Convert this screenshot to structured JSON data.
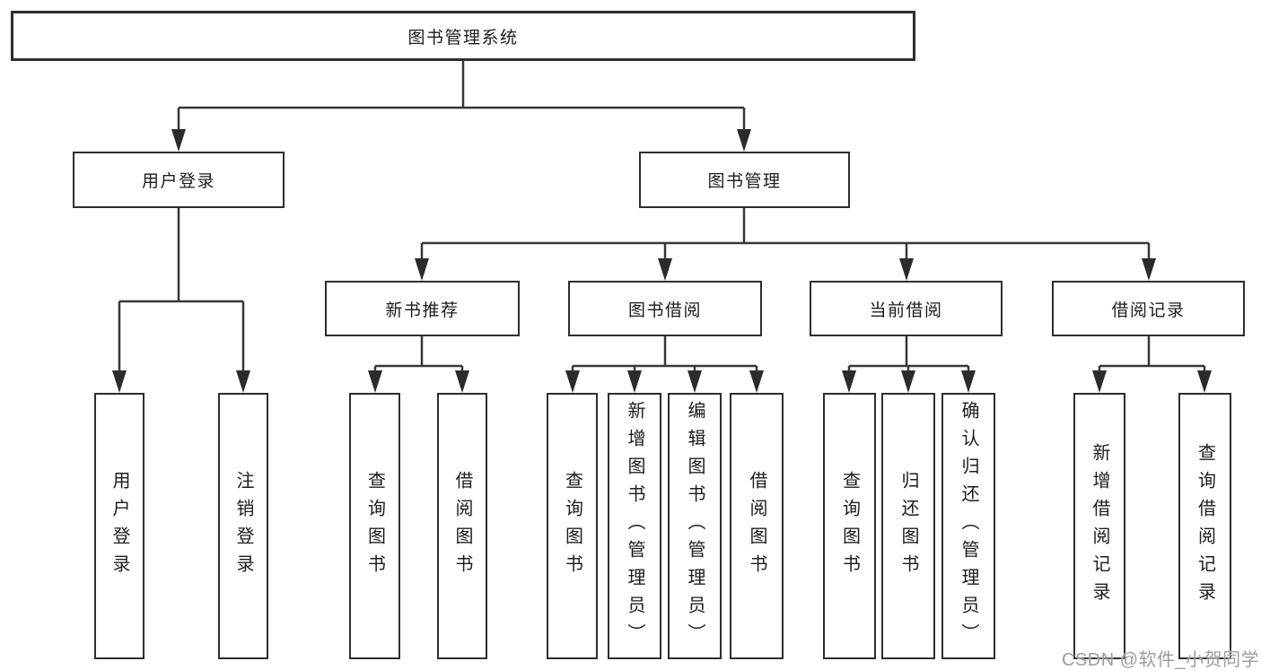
{
  "tree": {
    "root": {
      "label": "图书管理系统"
    },
    "branches": [
      {
        "label": "用户登录",
        "children": [
          {
            "label": "用户登录"
          },
          {
            "label": "注销登录"
          }
        ]
      },
      {
        "label": "图书管理",
        "children": [
          {
            "label": "新书推荐",
            "children": [
              {
                "label": "查询图书"
              },
              {
                "label": "借阅图书"
              }
            ]
          },
          {
            "label": "图书借阅",
            "children": [
              {
                "label": "查询图书"
              },
              {
                "label": "新增图书（管理员）"
              },
              {
                "label": "编辑图书（管理员）"
              },
              {
                "label": "借阅图书"
              }
            ]
          },
          {
            "label": "当前借阅",
            "children": [
              {
                "label": "查询图书"
              },
              {
                "label": "归还图书"
              },
              {
                "label": "确认归还（管理员）"
              }
            ]
          },
          {
            "label": "借阅记录",
            "children": [
              {
                "label": "新增借阅记录"
              },
              {
                "label": "查询借阅记录"
              }
            ]
          }
        ]
      }
    ]
  },
  "watermark": {
    "text": "CSDN @软件_小贺同学"
  },
  "colors": {
    "line": "#373737",
    "border": "#2e2e2e",
    "text": "#1c1c1c",
    "watermark": "#9d9d9d",
    "background": "#ffffff"
  }
}
